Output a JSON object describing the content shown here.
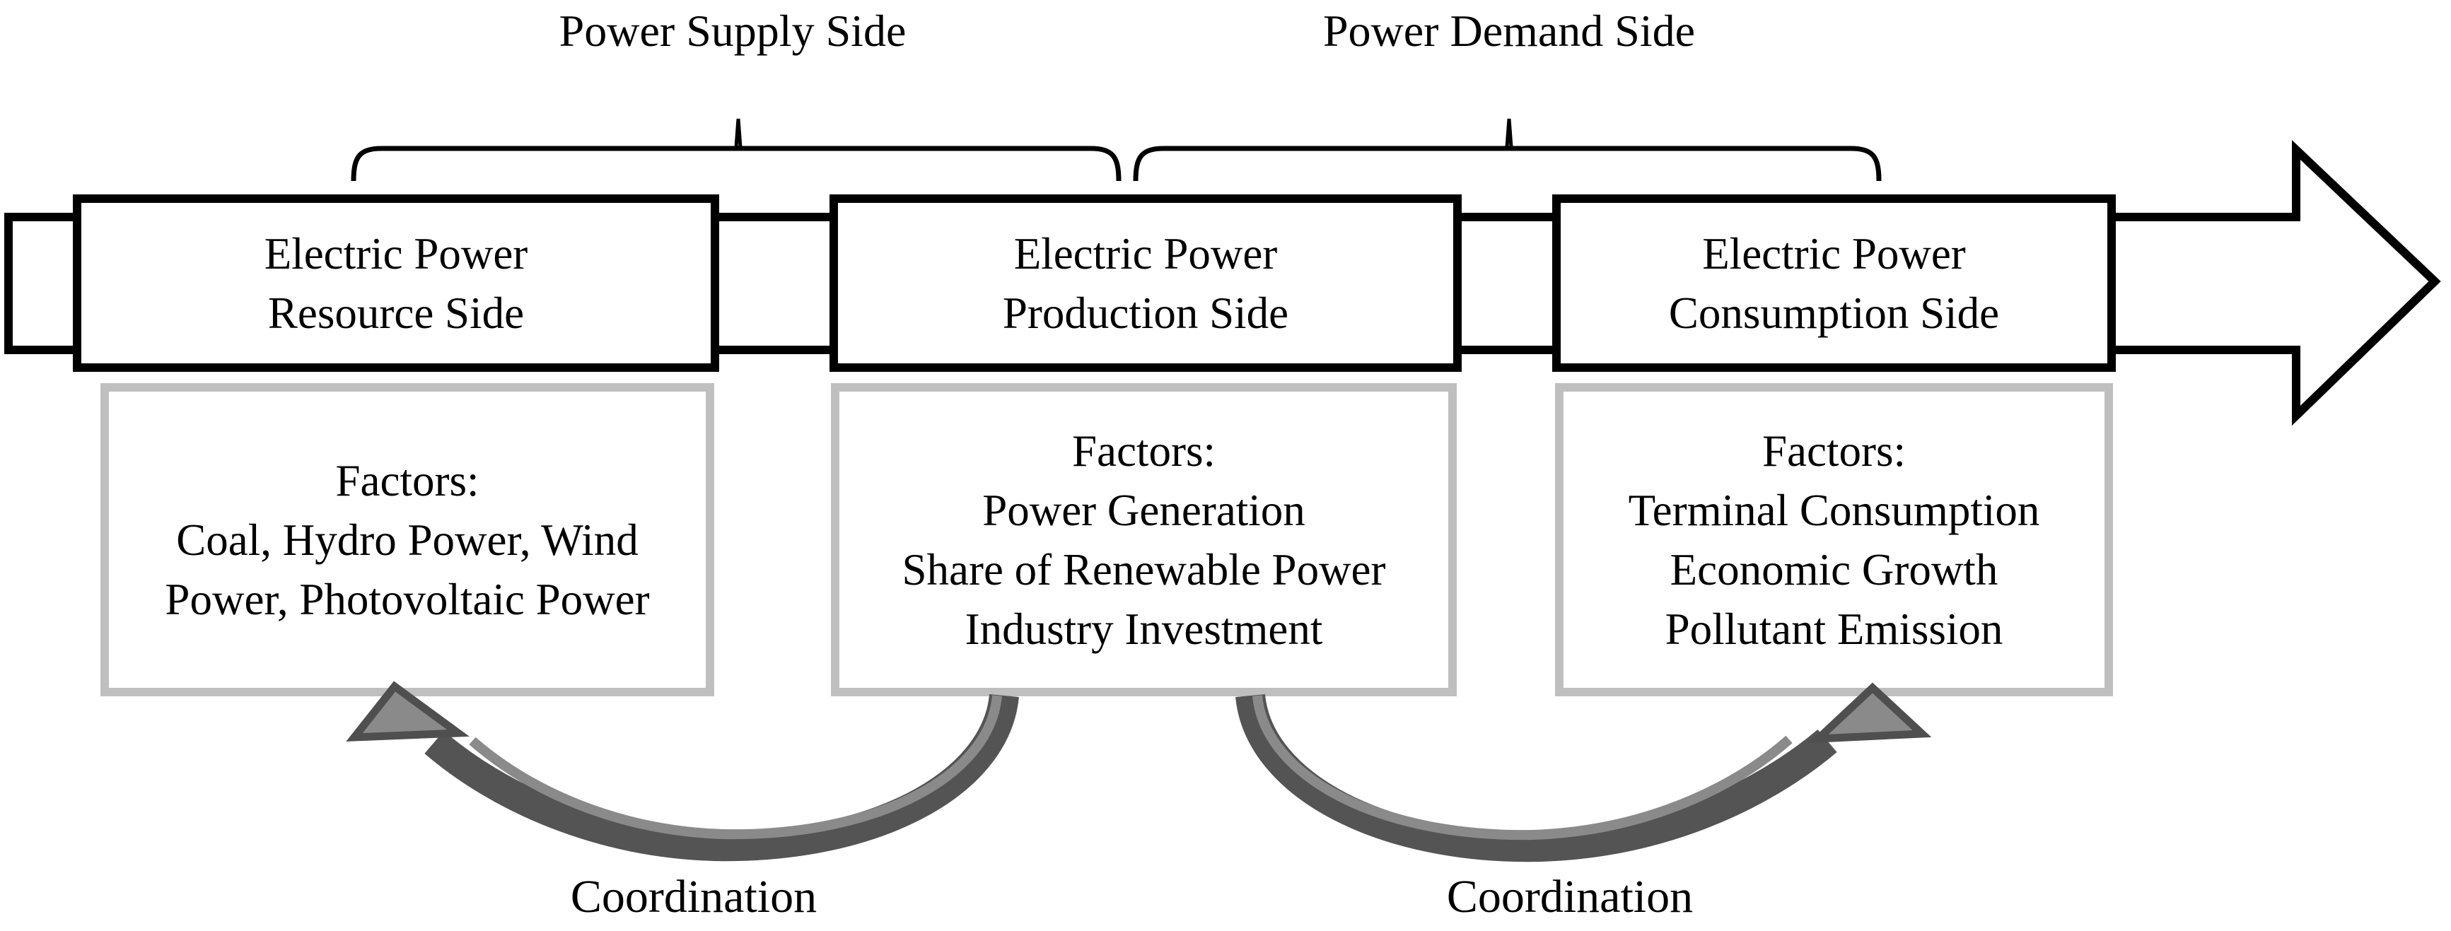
{
  "figure": {
    "top_labels": [
      {
        "text": "Power Supply Side"
      },
      {
        "text": "Power Demand Side"
      }
    ],
    "flow_boxes": [
      {
        "lines": [
          "Electric Power",
          "Resource Side"
        ]
      },
      {
        "lines": [
          "Electric Power",
          "Production Side"
        ]
      },
      {
        "lines": [
          "Electric Power",
          "Consumption Side"
        ]
      }
    ],
    "factor_boxes": [
      {
        "lines": [
          "Factors:",
          "Coal, Hydro Power, Wind",
          "Power, Photovoltaic Power"
        ]
      },
      {
        "lines": [
          "Factors:",
          "Power Generation",
          "Share of Renewable Power",
          "Industry Investment"
        ]
      },
      {
        "lines": [
          "Factors:",
          "Terminal Consumption",
          "Economic Growth",
          "Pollutant Emission"
        ]
      }
    ],
    "coordination_labels": [
      "Coordination",
      "Coordination"
    ],
    "colors": {
      "outline": "#000000",
      "factor_box_border": "#bfbfbf",
      "curved_arrow_band": "#545454",
      "curved_arrow_highlight": "#8a8a8a",
      "curved_arrow_head_fill": "#8a8a8a",
      "curved_arrow_head_stroke": "#4f4f4f",
      "background": "#ffffff"
    }
  }
}
